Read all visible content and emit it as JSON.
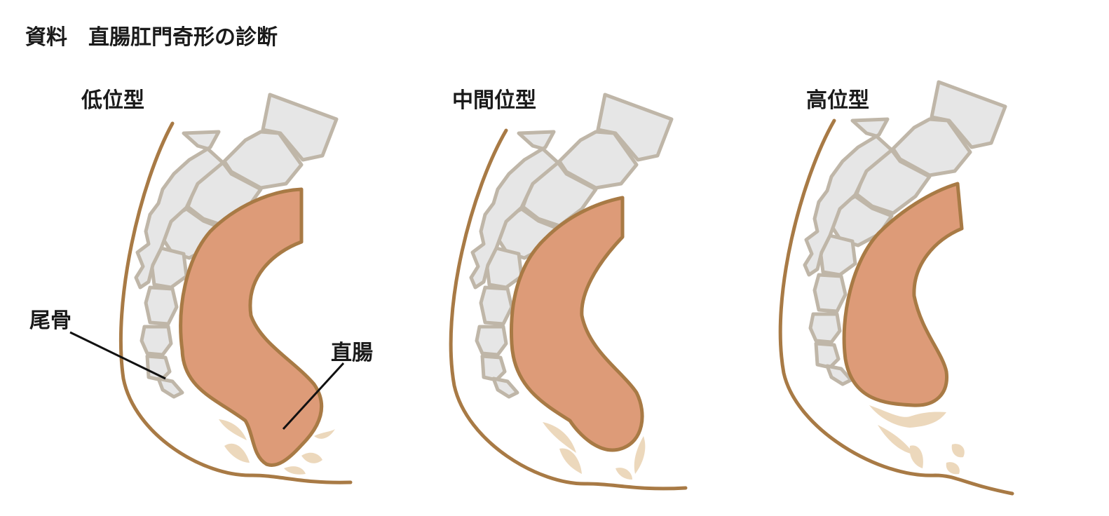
{
  "title": "資料　直腸肛門奇形の診断",
  "panels": [
    {
      "label": "低位型"
    },
    {
      "label": "中間位型"
    },
    {
      "label": "高位型"
    }
  ],
  "callouts": {
    "coccyx": "尾骨",
    "rectum": "直腸"
  },
  "colors": {
    "skin_outline": "#a87a45",
    "bone_fill": "#e6e6e6",
    "bone_outline": "#bfb6a8",
    "rectum_fill": "#dd9b78",
    "muscle_fill": "#ecd8bc"
  }
}
